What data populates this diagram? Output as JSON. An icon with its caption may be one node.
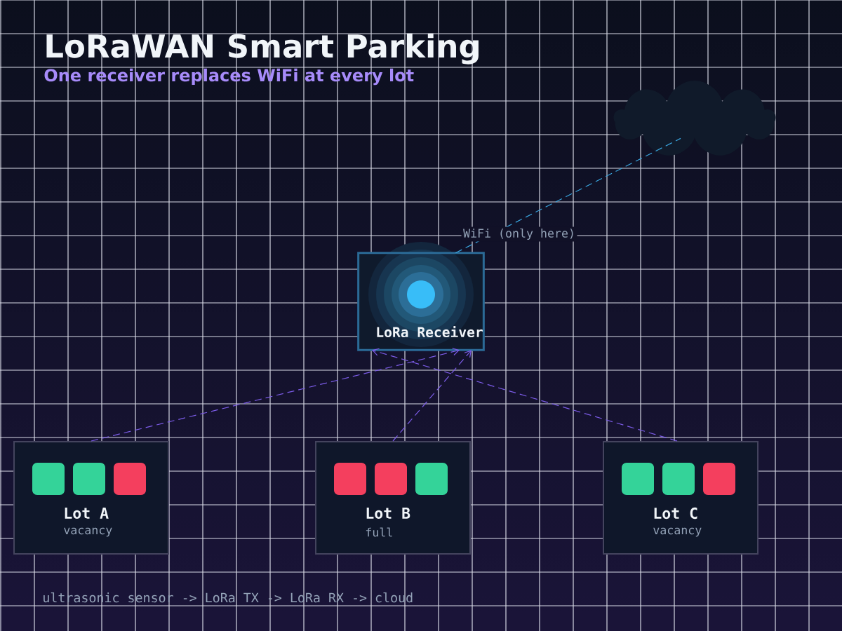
{
  "diagram": {
    "title": "LoRaWAN Smart Parking",
    "nodes": [
      {
        "text": [],
        "shape": "cloud"
      },
      {
        "text": [
          "LoRa Receiver"
        ]
      },
      {
        "text": [
          "Lot A",
          "vacancy"
        ]
      },
      {
        "text": [
          "Lot B",
          "full"
        ]
      },
      {
        "text": [
          "Lot C",
          "vacancy"
        ]
      }
    ],
    "edges": [
      {
        "from": 1,
        "to": 0,
        "arrow": "none",
        "label": "WiFi (only here)",
        "style": "dashed",
        "color": "#3aa6e0"
      },
      {
        "from": 2,
        "to": 1,
        "arrow": "to",
        "style": "dashed"
      },
      {
        "from": 3,
        "to": 1,
        "arrow": "to",
        "style": "dashed"
      },
      {
        "from": 4,
        "to": 1,
        "arrow": "to",
        "style": "dashed"
      }
    ],
    "labels": [
      "One receiver replaces WiFi at every lot",
      "ultrasonic sensor -> LoRa TX -> LoRa RX -> cloud"
    ]
  }
}
